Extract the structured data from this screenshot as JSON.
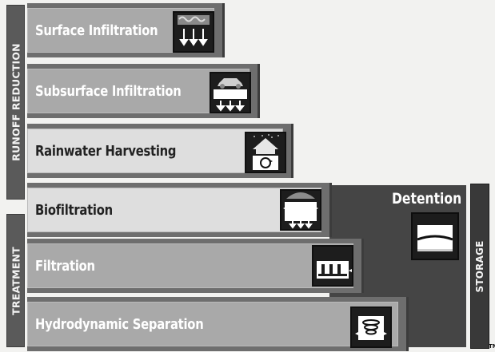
{
  "side_labels": {
    "runoff_reduction": "RUNOFF REDUCTION",
    "treatment": "TREATMENT",
    "storage": "STORAGE"
  },
  "practices": [
    {
      "label": "Surface Infiltration",
      "icon": "infiltration-icon"
    },
    {
      "label": "Subsurface Infiltration",
      "icon": "car-subsurface-icon"
    },
    {
      "label": "Rainwater Harvesting",
      "icon": "house-rain-icon"
    },
    {
      "label": "Biofiltration",
      "icon": "plant-filter-icon"
    },
    {
      "label": "Filtration",
      "icon": "filter-chamber-icon"
    },
    {
      "label": "Hydrodynamic Separation",
      "icon": "vortex-separator-icon"
    }
  ],
  "detention": {
    "label": "Detention",
    "icon": "detention-tank-icon"
  },
  "trademark": "TM",
  "colors": {
    "dark_bar": "#a9a9a9",
    "light_bar": "#dedede",
    "storage": "#454545"
  }
}
